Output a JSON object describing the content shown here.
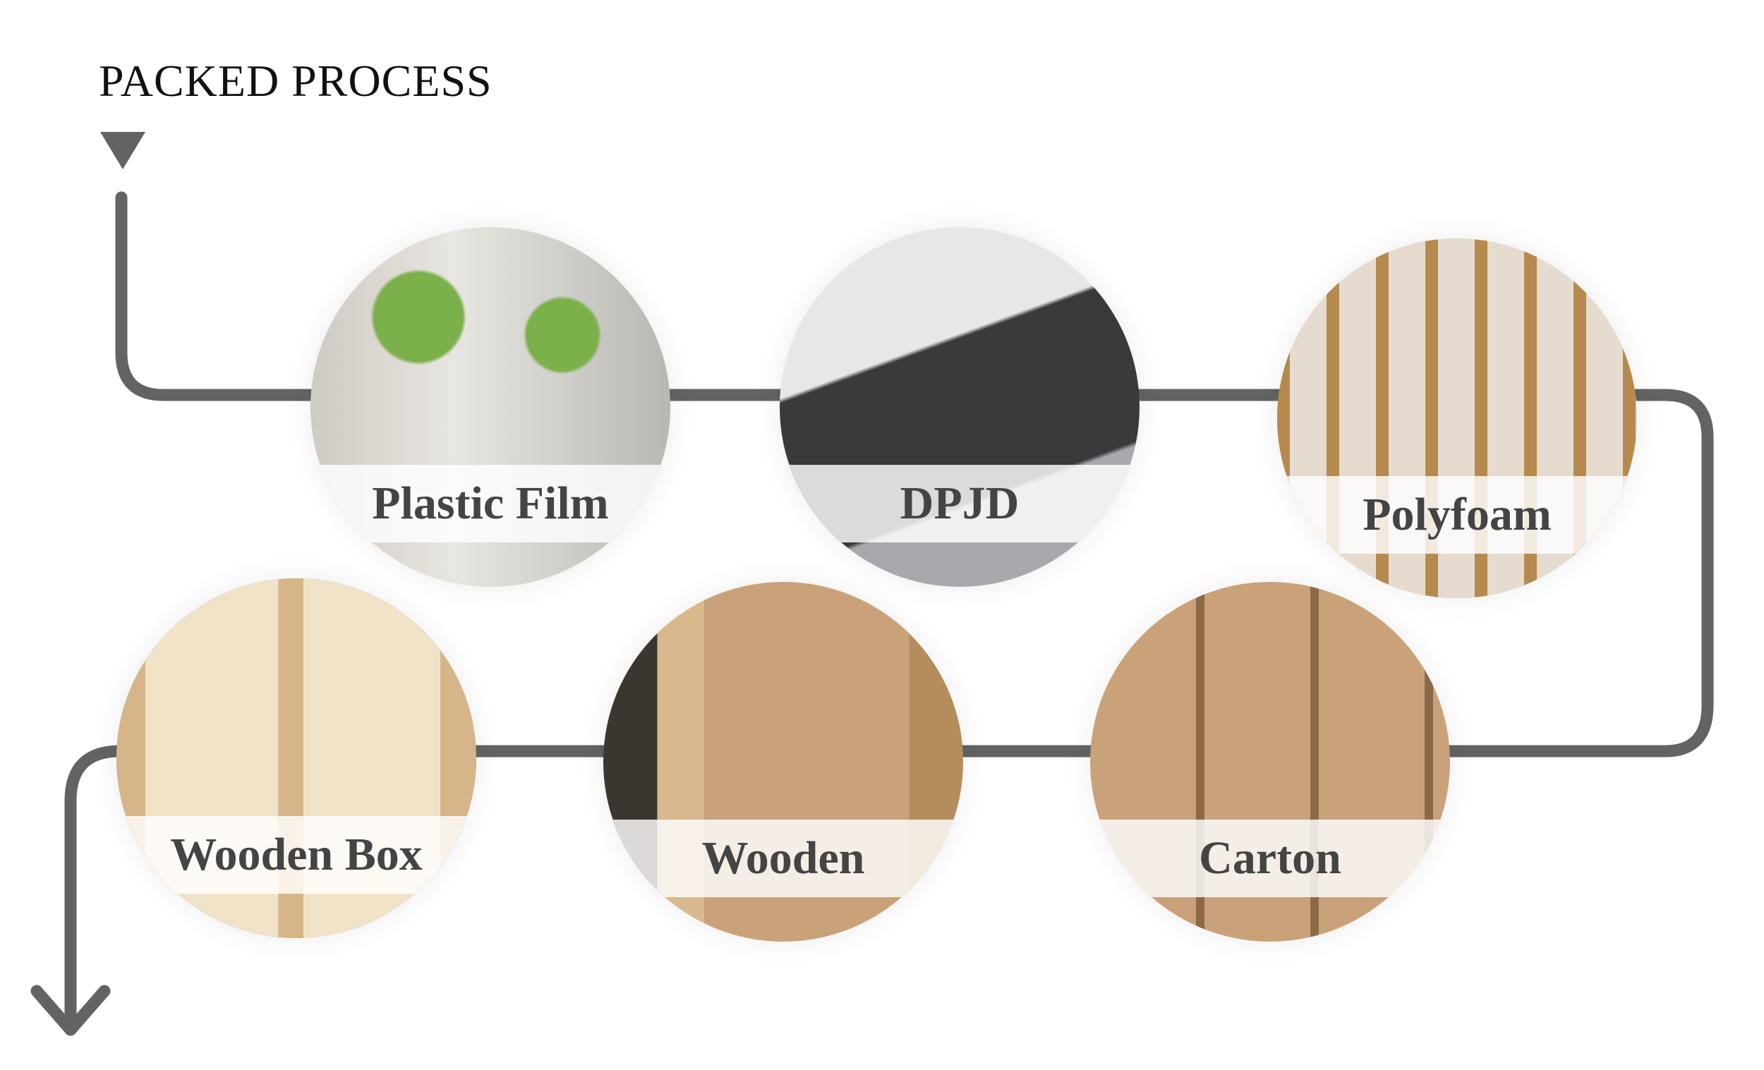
{
  "title": "PACKED PROCESS",
  "flow_color": "#636363",
  "steps": [
    {
      "label": "Plastic Film",
      "scene": "soft-serve machines wrapped in plastic film with tree branches in foreground",
      "colors": [
        "#e8e6e1",
        "#7bb04a",
        "#b9b7b1"
      ]
    },
    {
      "label": "DPJD",
      "scene": "machine wrapped in bubble wrap",
      "colors": [
        "#d9dadc",
        "#3a3a3c",
        "#a8a9ad"
      ]
    },
    {
      "label": "Polyfoam",
      "scene": "display cabinets with polyfoam corner protectors",
      "colors": [
        "#e5dccf",
        "#b68a4e",
        "#8a8c8e"
      ]
    },
    {
      "label": "Carton",
      "scene": "tall cardboard cartons",
      "colors": [
        "#c9a27a",
        "#a57f57",
        "#e2c9a5"
      ]
    },
    {
      "label": "Wooden",
      "scene": "carton inside wooden frame crate",
      "colors": [
        "#d8b98e",
        "#b58d5c",
        "#3c3631"
      ]
    },
    {
      "label": "Wooden Box",
      "scene": "wooden crates with panels",
      "colors": [
        "#d6b588",
        "#f1e3c8",
        "#6d6a66"
      ]
    }
  ],
  "icons": {
    "start": "down-triangle-icon",
    "end": "down-arrow-icon"
  }
}
